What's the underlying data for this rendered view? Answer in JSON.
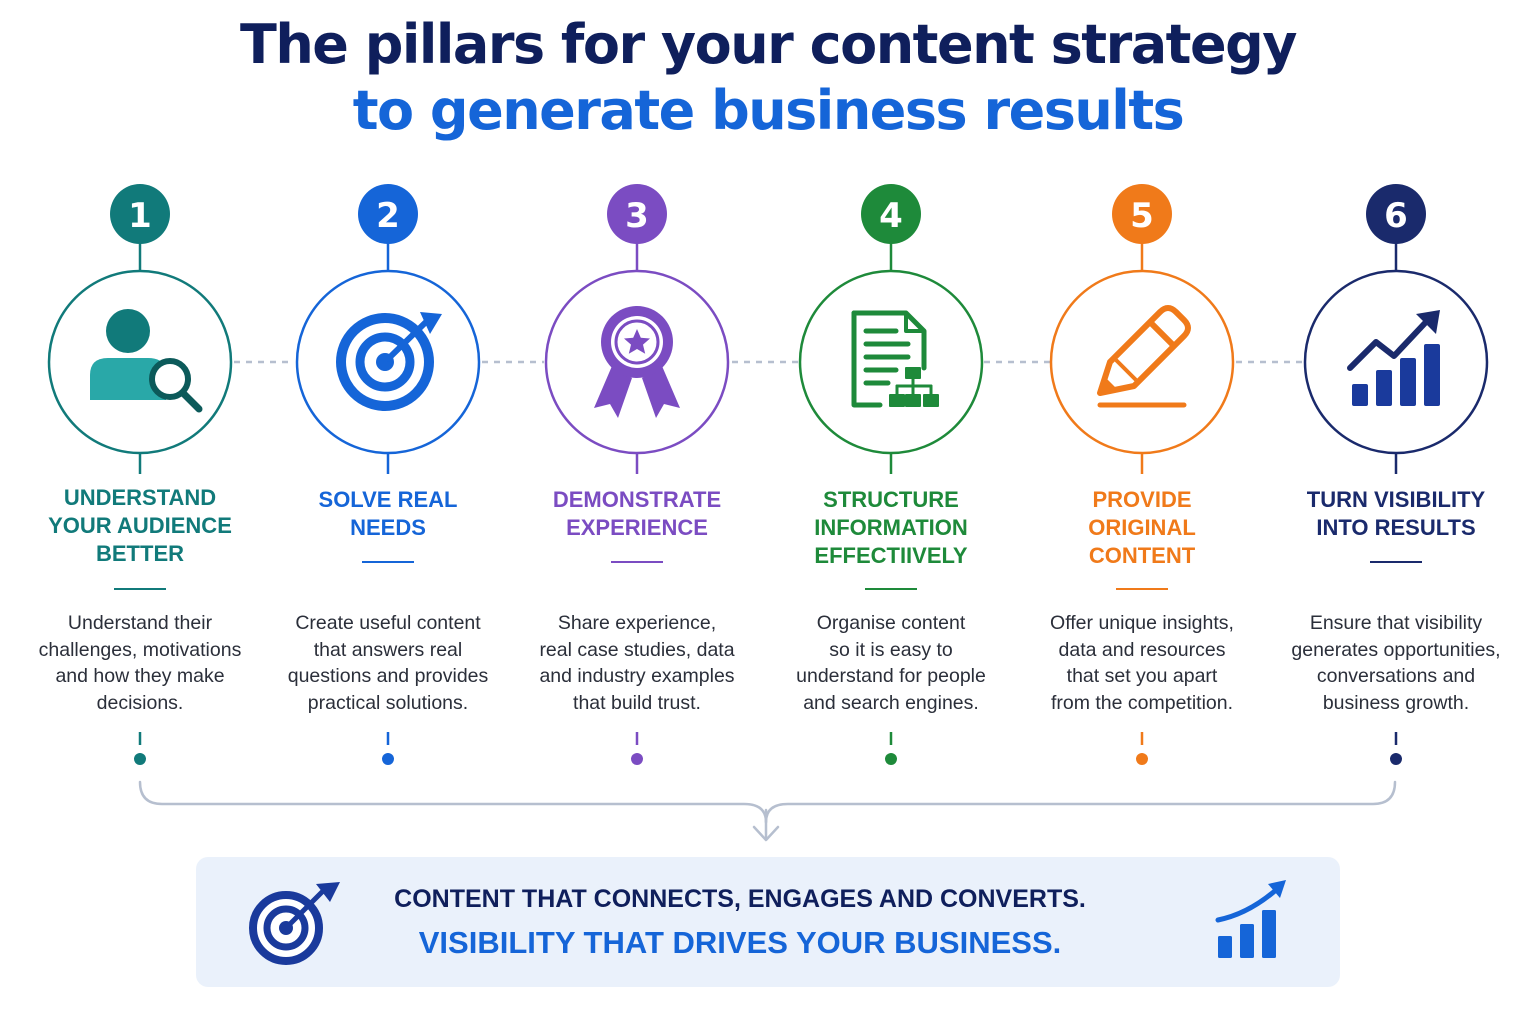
{
  "title": {
    "line1": "The pillars for your content strategy",
    "line2": "to generate business results"
  },
  "colors": {
    "navy": "#0f1f5c",
    "blue": "#1565d8",
    "connector": "#b6bfcf"
  },
  "pillars": [
    {
      "number": "1",
      "heading": "UNDERSTAND\nYOUR AUDIENCE\nBETTER",
      "description": "Understand their\nchallenges, motivations\nand how they make\ndecisions.",
      "color": "#117a7a",
      "icon": "user-search-icon"
    },
    {
      "number": "2",
      "heading": "SOLVE REAL\nNEEDS",
      "description": "Create useful content\nthat answers real\nquestions and provides\npractical solutions.",
      "color": "#1565d8",
      "icon": "target-icon"
    },
    {
      "number": "3",
      "heading": "DEMONSTRATE\nEXPERIENCE",
      "description": "Share experience,\nreal case studies, data\nand industry examples\nthat build trust.",
      "color": "#7b4cc2",
      "icon": "award-badge-icon"
    },
    {
      "number": "4",
      "heading": "STRUCTURE\nINFORMATION\nEFFECTIIVELY",
      "description": "Organise content\nso it is easy to\nunderstand for people\nand search engines.",
      "color": "#1e8a3a",
      "icon": "document-structure-icon"
    },
    {
      "number": "5",
      "heading": "PROVIDE\nORIGINAL\nCONTENT",
      "description": "Offer unique insights,\ndata and resources\nthat set you apart\nfrom the competition.",
      "color": "#f07a1a",
      "icon": "pencil-icon"
    },
    {
      "number": "6",
      "heading": "TURN VISIBILITY\nINTO RESULTS",
      "description": "Ensure that visibility\ngenerates opportunities,\nconversations and\nbusiness growth.",
      "color": "#1a2a6c",
      "icon": "growth-chart-icon"
    }
  ],
  "banner": {
    "line1": "CONTENT THAT CONNECTS, ENGAGES AND CONVERTS.",
    "line2": "VISIBILITY THAT DRIVES YOUR BUSINESS.",
    "left_icon": "target-icon",
    "right_icon": "growth-chart-icon"
  }
}
